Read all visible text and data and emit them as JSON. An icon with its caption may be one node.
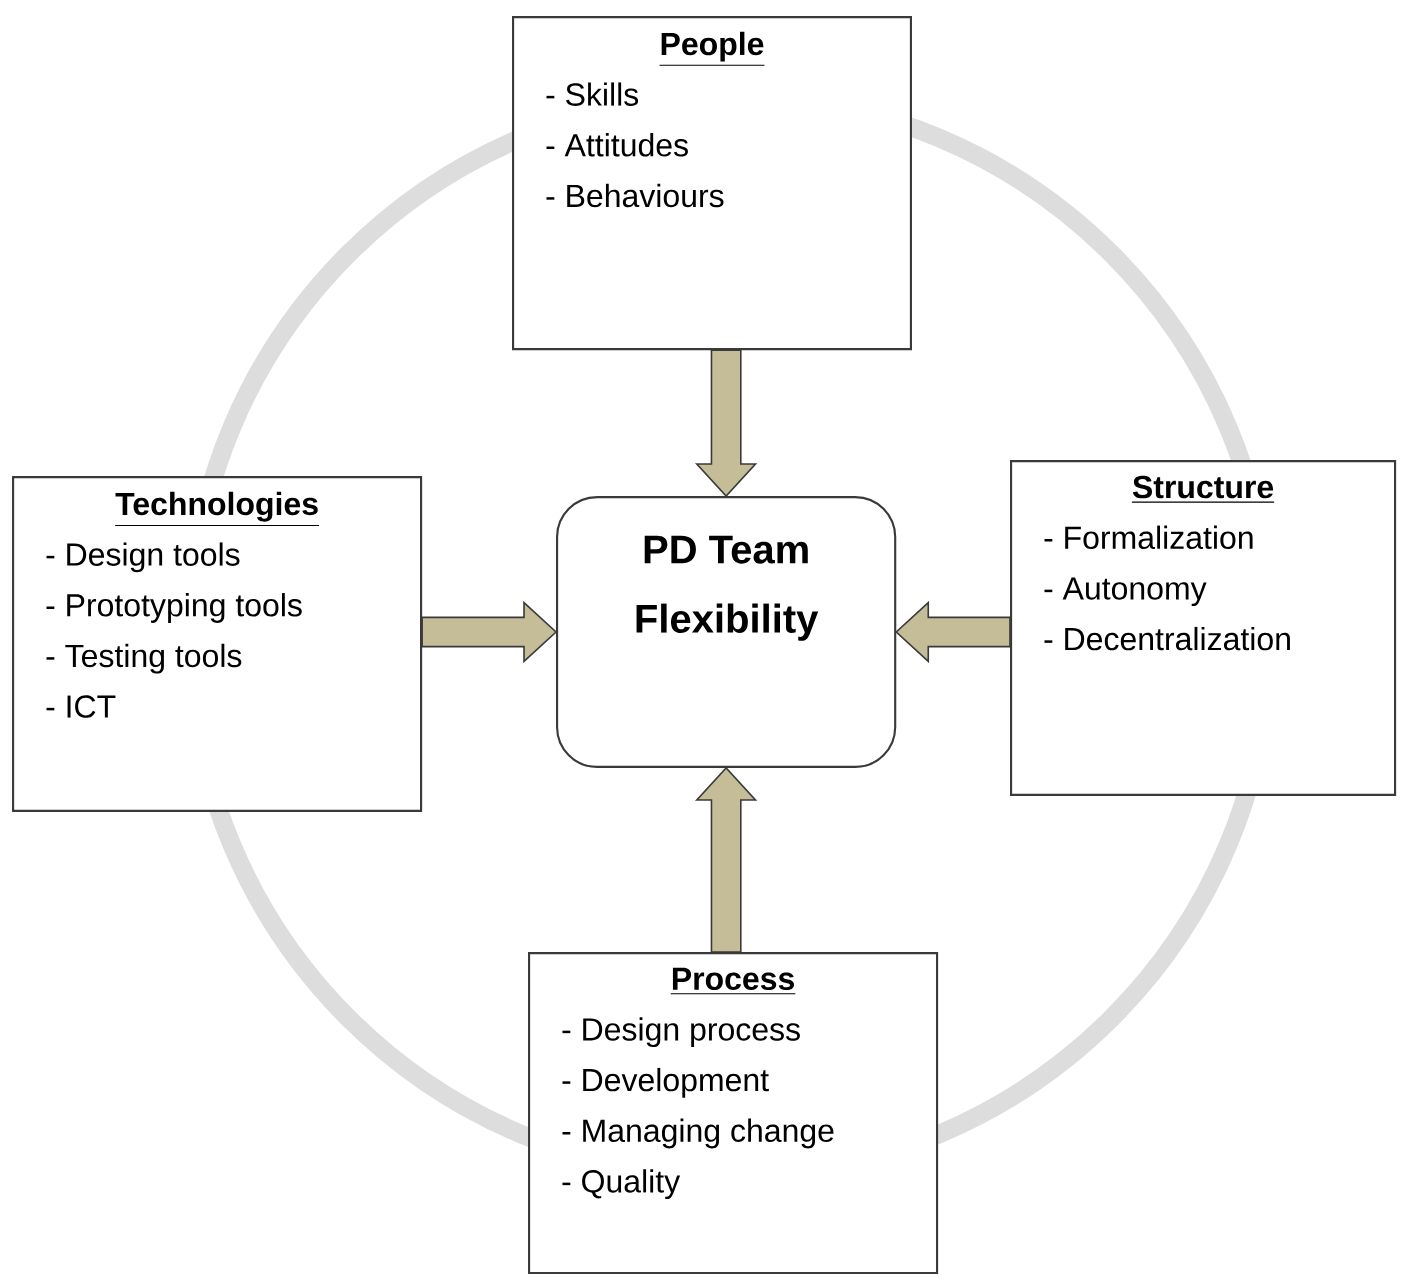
{
  "diagram": {
    "nodes": [
      {
        "text": [
          "People",
          "- Skills",
          "- Attitudes",
          "- Behaviours"
        ]
      },
      {
        "text": [
          "Technologies",
          "- Design tools",
          "- Prototyping tools",
          "- Testing tools",
          "- ICT"
        ]
      },
      {
        "text": [
          "PD Team Flexibility"
        ]
      },
      {
        "text": [
          "Structure",
          "- Formalization",
          "- Autonomy",
          "- Decentralization"
        ]
      },
      {
        "text": [
          "Process",
          "- Design process",
          "- Development",
          "- Managing change",
          "- Quality"
        ]
      }
    ],
    "edges": [
      {
        "from": 0,
        "to": 2,
        "arrow": "to"
      },
      {
        "from": 1,
        "to": 2,
        "arrow": "to"
      },
      {
        "from": 3,
        "to": 2,
        "arrow": "to"
      },
      {
        "from": 4,
        "to": 2,
        "arrow": "to"
      }
    ]
  }
}
